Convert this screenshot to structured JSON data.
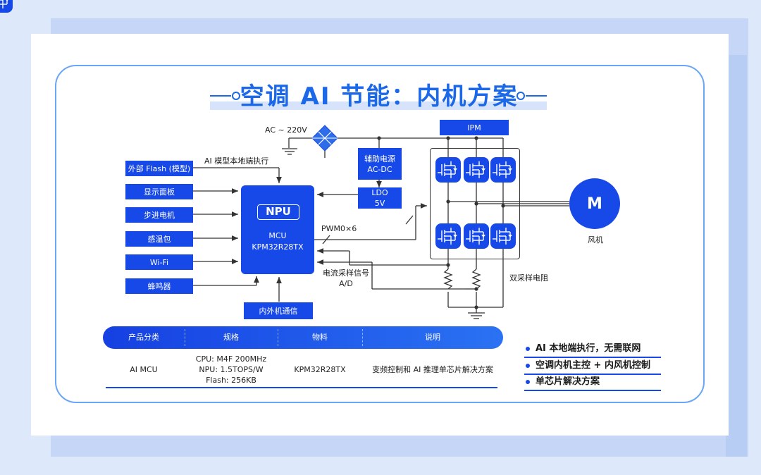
{
  "title": "空调 AI 节能：内机方案",
  "power": {
    "ac_label": "AC ~ 220V",
    "aux_power": "辅助电源\nAC-DC",
    "ldo": "LDO\n5V",
    "ipm": "IPM"
  },
  "peripherals": [
    {
      "label": "外部 Flash (模型)"
    },
    {
      "label": "显示面板"
    },
    {
      "label": "步进电机"
    },
    {
      "label": "感温包"
    },
    {
      "label": "Wi-Fi"
    },
    {
      "label": "蜂鸣器"
    }
  ],
  "mcu": {
    "npu": "NPU",
    "name": "MCU",
    "model": "KPM32R28TX"
  },
  "comm": "内外机通信",
  "annotations": {
    "ai_model": "AI 模型本地端执行",
    "pwm": "PWM0×6",
    "current_sampling": "电流采样信号\nA/D",
    "dual_shunt": "双采样电阻"
  },
  "motor": {
    "symbol": "M",
    "label": "风机"
  },
  "table": {
    "headers": [
      "产品分类",
      "规格",
      "物料",
      "说明"
    ],
    "row": {
      "category": "AI MCU",
      "spec": "CPU: M4F 200MHz\nNPU: 1.5TOPS/W\nFlash: 256KB",
      "material": "KPM32R28TX",
      "description": "变频控制和 AI 推理单芯片解决方案"
    }
  },
  "features": [
    "AI 本地端执行，无需联网",
    "空调内机主控 + 内风机控制",
    "单芯片解决方案"
  ],
  "colors": {
    "primary": "#1748e8",
    "accent": "#1b68e8",
    "frame": "#6aa6f5",
    "background": "#dde8fb"
  }
}
